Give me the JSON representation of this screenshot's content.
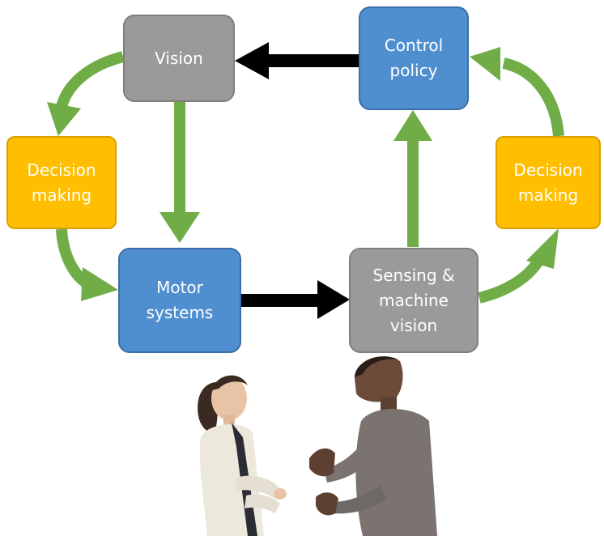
{
  "nodes": {
    "vision": "Vision",
    "control_policy": "Control\npolicy",
    "decision_left": "Decision\nmaking",
    "decision_right": "Decision\nmaking",
    "motor_systems": "Motor\nsystems",
    "sensing": "Sensing &\nmachine\nvision"
  },
  "colors": {
    "green_arrow": "#70ad47",
    "black_arrow": "#000000",
    "gray_box": "#9a9a9a",
    "blue_box": "#4f8fd0",
    "orange_box": "#ffbf00"
  },
  "illustration": {
    "left_person": "woman",
    "right_person": "man"
  }
}
